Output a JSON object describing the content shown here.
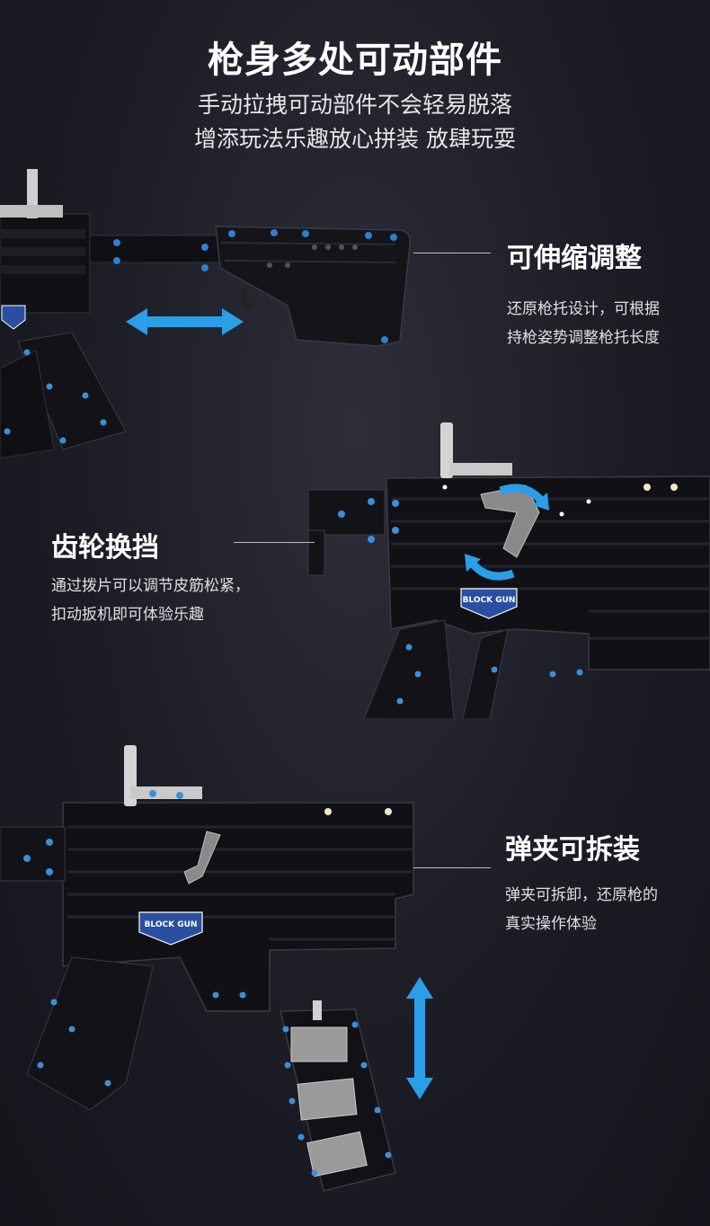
{
  "header": {
    "title": "枪身多处可动部件",
    "subtitle_line1": "手动拉拽可动部件不会轻易脱落",
    "subtitle_line2": "增添玩法乐趣放心拼装 放肆玩耍"
  },
  "features": [
    {
      "title": "可伸缩调整",
      "desc_line1": "还原枪托设计，可根据",
      "desc_line2": "持枪姿势调整枪托长度",
      "icon": "double-arrow-horizontal-icon"
    },
    {
      "title": "齿轮换挡",
      "desc_line1": "通过拨片可以调节皮筋松紧，",
      "desc_line2": "扣动扳机即可体验乐趣",
      "icon": "rotation-arrows-icon"
    },
    {
      "title": "弹夹可拆装",
      "desc_line1": "弹夹可拆卸，还原枪的",
      "desc_line2": "真实操作体验",
      "icon": "double-arrow-vertical-icon"
    }
  ],
  "badge_text": "BLOCK GUN",
  "colors": {
    "background": "#1c1c25",
    "accent_blue": "#2a9fe8",
    "gun_body": "#0e0e12",
    "pin_blue": "#3b8fd6"
  }
}
